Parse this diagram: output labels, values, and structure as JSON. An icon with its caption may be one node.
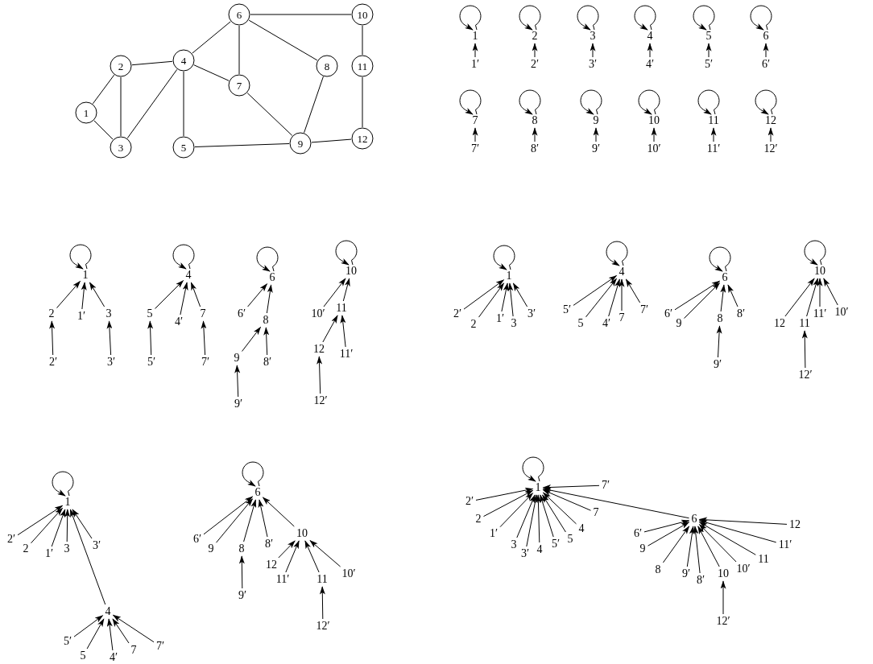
{
  "diagram": {
    "nodes": [
      {
        "text": [
          "1"
        ]
      },
      {
        "text": [
          "2"
        ]
      },
      {
        "text": [
          "3"
        ]
      },
      {
        "text": [
          "4"
        ]
      },
      {
        "text": [
          "5"
        ]
      },
      {
        "text": [
          "6"
        ]
      },
      {
        "text": [
          "7"
        ]
      },
      {
        "text": [
          "8"
        ]
      },
      {
        "text": [
          "9"
        ]
      },
      {
        "text": [
          "10"
        ]
      },
      {
        "text": [
          "11"
        ]
      },
      {
        "text": [
          "12"
        ]
      },
      {
        "text": [
          "1"
        ]
      },
      {
        "text": [
          "1′"
        ]
      },
      {
        "text": [
          "2"
        ]
      },
      {
        "text": [
          "2′"
        ]
      },
      {
        "text": [
          "3"
        ]
      },
      {
        "text": [
          "3′"
        ]
      },
      {
        "text": [
          "4"
        ]
      },
      {
        "text": [
          "4′"
        ]
      },
      {
        "text": [
          "5"
        ]
      },
      {
        "text": [
          "5′"
        ]
      },
      {
        "text": [
          "6"
        ]
      },
      {
        "text": [
          "6′"
        ]
      },
      {
        "text": [
          "7"
        ]
      },
      {
        "text": [
          "7′"
        ]
      },
      {
        "text": [
          "8"
        ]
      },
      {
        "text": [
          "8′"
        ]
      },
      {
        "text": [
          "9"
        ]
      },
      {
        "text": [
          "9′"
        ]
      },
      {
        "text": [
          "10"
        ]
      },
      {
        "text": [
          "10′"
        ]
      },
      {
        "text": [
          "11"
        ]
      },
      {
        "text": [
          "11′"
        ]
      },
      {
        "text": [
          "12"
        ]
      },
      {
        "text": [
          "12′"
        ]
      },
      {
        "text": [
          "1"
        ]
      },
      {
        "text": [
          "2"
        ]
      },
      {
        "text": [
          "1′"
        ]
      },
      {
        "text": [
          "3"
        ]
      },
      {
        "text": [
          "2′"
        ]
      },
      {
        "text": [
          "3′"
        ]
      },
      {
        "text": [
          "4"
        ]
      },
      {
        "text": [
          "5"
        ]
      },
      {
        "text": [
          "4′"
        ]
      },
      {
        "text": [
          "7"
        ]
      },
      {
        "text": [
          "5′"
        ]
      },
      {
        "text": [
          "7′"
        ]
      },
      {
        "text": [
          "6"
        ]
      },
      {
        "text": [
          "6′"
        ]
      },
      {
        "text": [
          "8"
        ]
      },
      {
        "text": [
          "9"
        ]
      },
      {
        "text": [
          "8′"
        ]
      },
      {
        "text": [
          "9′"
        ]
      },
      {
        "text": [
          "10"
        ]
      },
      {
        "text": [
          "10′"
        ]
      },
      {
        "text": [
          "11"
        ]
      },
      {
        "text": [
          "12"
        ]
      },
      {
        "text": [
          "11′"
        ]
      },
      {
        "text": [
          "12′"
        ]
      },
      {
        "text": [
          "1"
        ]
      },
      {
        "text": [
          "2′"
        ]
      },
      {
        "text": [
          "2"
        ]
      },
      {
        "text": [
          "1′"
        ]
      },
      {
        "text": [
          "3"
        ]
      },
      {
        "text": [
          "3′"
        ]
      },
      {
        "text": [
          "4"
        ]
      },
      {
        "text": [
          "5′"
        ]
      },
      {
        "text": [
          "5"
        ]
      },
      {
        "text": [
          "4′"
        ]
      },
      {
        "text": [
          "7"
        ]
      },
      {
        "text": [
          "7′"
        ]
      },
      {
        "text": [
          "6"
        ]
      },
      {
        "text": [
          "6′"
        ]
      },
      {
        "text": [
          "9"
        ]
      },
      {
        "text": [
          "8"
        ]
      },
      {
        "text": [
          "8′"
        ]
      },
      {
        "text": [
          "9′"
        ]
      },
      {
        "text": [
          "10"
        ]
      },
      {
        "text": [
          "12"
        ]
      },
      {
        "text": [
          "11"
        ]
      },
      {
        "text": [
          "11′"
        ]
      },
      {
        "text": [
          "10′"
        ]
      },
      {
        "text": [
          "12′"
        ]
      },
      {
        "text": [
          "1"
        ]
      },
      {
        "text": [
          "2′"
        ]
      },
      {
        "text": [
          "2"
        ]
      },
      {
        "text": [
          "1′"
        ]
      },
      {
        "text": [
          "3"
        ]
      },
      {
        "text": [
          "3′"
        ]
      },
      {
        "text": [
          "4"
        ]
      },
      {
        "text": [
          "5′"
        ]
      },
      {
        "text": [
          "5"
        ]
      },
      {
        "text": [
          "4′"
        ]
      },
      {
        "text": [
          "7"
        ]
      },
      {
        "text": [
          "7′"
        ]
      },
      {
        "text": [
          "6"
        ]
      },
      {
        "text": [
          "6′"
        ]
      },
      {
        "text": [
          "9"
        ]
      },
      {
        "text": [
          "8"
        ]
      },
      {
        "text": [
          "8′"
        ]
      },
      {
        "text": [
          "10"
        ]
      },
      {
        "text": [
          "9′"
        ]
      },
      {
        "text": [
          "12"
        ]
      },
      {
        "text": [
          "11′"
        ]
      },
      {
        "text": [
          "11"
        ]
      },
      {
        "text": [
          "10′"
        ]
      },
      {
        "text": [
          "12′"
        ]
      },
      {
        "text": [
          "1"
        ]
      },
      {
        "text": [
          "2′"
        ]
      },
      {
        "text": [
          "2"
        ]
      },
      {
        "text": [
          "1′"
        ]
      },
      {
        "text": [
          "3"
        ]
      },
      {
        "text": [
          "3′"
        ]
      },
      {
        "text": [
          "4"
        ]
      },
      {
        "text": [
          "5′"
        ]
      },
      {
        "text": [
          "5"
        ]
      },
      {
        "text": [
          "4"
        ]
      },
      {
        "text": [
          "7"
        ]
      },
      {
        "text": [
          "7′"
        ]
      },
      {
        "text": [
          "6"
        ]
      },
      {
        "text": [
          "6′"
        ]
      },
      {
        "text": [
          "9"
        ]
      },
      {
        "text": [
          "8"
        ]
      },
      {
        "text": [
          "9′"
        ]
      },
      {
        "text": [
          "8′"
        ]
      },
      {
        "text": [
          "10"
        ]
      },
      {
        "text": [
          "10′"
        ]
      },
      {
        "text": [
          "11"
        ]
      },
      {
        "text": [
          "11′"
        ]
      },
      {
        "text": [
          "12"
        ]
      },
      {
        "text": [
          "12′"
        ]
      }
    ],
    "edges": [
      {
        "from": 0,
        "to": 1,
        "arrow": "none"
      },
      {
        "from": 0,
        "to": 2,
        "arrow": "none"
      },
      {
        "from": 1,
        "to": 2,
        "arrow": "none"
      },
      {
        "from": 1,
        "to": 3,
        "arrow": "none"
      },
      {
        "from": 2,
        "to": 3,
        "arrow": "none"
      },
      {
        "from": 3,
        "to": 4,
        "arrow": "none"
      },
      {
        "from": 3,
        "to": 5,
        "arrow": "none"
      },
      {
        "from": 3,
        "to": 6,
        "arrow": "none"
      },
      {
        "from": 5,
        "to": 6,
        "arrow": "none"
      },
      {
        "from": 5,
        "to": 7,
        "arrow": "none"
      },
      {
        "from": 5,
        "to": 9,
        "arrow": "none"
      },
      {
        "from": 6,
        "to": 8,
        "arrow": "none"
      },
      {
        "from": 7,
        "to": 8,
        "arrow": "none"
      },
      {
        "from": 4,
        "to": 8,
        "arrow": "none"
      },
      {
        "from": 8,
        "to": 11,
        "arrow": "none"
      },
      {
        "from": 9,
        "to": 10,
        "arrow": "none"
      },
      {
        "from": 10,
        "to": 11,
        "arrow": "none"
      },
      {
        "from": 12,
        "to": 12,
        "arrow": "to"
      },
      {
        "from": 13,
        "to": 12,
        "arrow": "to"
      },
      {
        "from": 14,
        "to": 14,
        "arrow": "to"
      },
      {
        "from": 15,
        "to": 14,
        "arrow": "to"
      },
      {
        "from": 16,
        "to": 16,
        "arrow": "to"
      },
      {
        "from": 17,
        "to": 16,
        "arrow": "to"
      },
      {
        "from": 18,
        "to": 18,
        "arrow": "to"
      },
      {
        "from": 19,
        "to": 18,
        "arrow": "to"
      },
      {
        "from": 20,
        "to": 20,
        "arrow": "to"
      },
      {
        "from": 21,
        "to": 20,
        "arrow": "to"
      },
      {
        "from": 22,
        "to": 22,
        "arrow": "to"
      },
      {
        "from": 23,
        "to": 22,
        "arrow": "to"
      },
      {
        "from": 24,
        "to": 24,
        "arrow": "to"
      },
      {
        "from": 25,
        "to": 24,
        "arrow": "to"
      },
      {
        "from": 26,
        "to": 26,
        "arrow": "to"
      },
      {
        "from": 27,
        "to": 26,
        "arrow": "to"
      },
      {
        "from": 28,
        "to": 28,
        "arrow": "to"
      },
      {
        "from": 29,
        "to": 28,
        "arrow": "to"
      },
      {
        "from": 30,
        "to": 30,
        "arrow": "to"
      },
      {
        "from": 31,
        "to": 30,
        "arrow": "to"
      },
      {
        "from": 32,
        "to": 32,
        "arrow": "to"
      },
      {
        "from": 33,
        "to": 32,
        "arrow": "to"
      },
      {
        "from": 34,
        "to": 34,
        "arrow": "to"
      },
      {
        "from": 35,
        "to": 34,
        "arrow": "to"
      },
      {
        "from": 36,
        "to": 36,
        "arrow": "to"
      },
      {
        "from": 37,
        "to": 36,
        "arrow": "to"
      },
      {
        "from": 38,
        "to": 36,
        "arrow": "to"
      },
      {
        "from": 39,
        "to": 36,
        "arrow": "to"
      },
      {
        "from": 40,
        "to": 37,
        "arrow": "to"
      },
      {
        "from": 41,
        "to": 39,
        "arrow": "to"
      },
      {
        "from": 42,
        "to": 42,
        "arrow": "to"
      },
      {
        "from": 43,
        "to": 42,
        "arrow": "to"
      },
      {
        "from": 44,
        "to": 42,
        "arrow": "to"
      },
      {
        "from": 45,
        "to": 42,
        "arrow": "to"
      },
      {
        "from": 46,
        "to": 43,
        "arrow": "to"
      },
      {
        "from": 47,
        "to": 45,
        "arrow": "to"
      },
      {
        "from": 48,
        "to": 48,
        "arrow": "to"
      },
      {
        "from": 49,
        "to": 48,
        "arrow": "to"
      },
      {
        "from": 50,
        "to": 48,
        "arrow": "to"
      },
      {
        "from": 51,
        "to": 50,
        "arrow": "to"
      },
      {
        "from": 52,
        "to": 50,
        "arrow": "to"
      },
      {
        "from": 53,
        "to": 51,
        "arrow": "to"
      },
      {
        "from": 54,
        "to": 54,
        "arrow": "to"
      },
      {
        "from": 55,
        "to": 54,
        "arrow": "to"
      },
      {
        "from": 56,
        "to": 54,
        "arrow": "to"
      },
      {
        "from": 57,
        "to": 56,
        "arrow": "to"
      },
      {
        "from": 58,
        "to": 56,
        "arrow": "to"
      },
      {
        "from": 59,
        "to": 57,
        "arrow": "to"
      },
      {
        "from": 60,
        "to": 60,
        "arrow": "to"
      },
      {
        "from": 61,
        "to": 60,
        "arrow": "to"
      },
      {
        "from": 62,
        "to": 60,
        "arrow": "to"
      },
      {
        "from": 63,
        "to": 60,
        "arrow": "to"
      },
      {
        "from": 64,
        "to": 60,
        "arrow": "to"
      },
      {
        "from": 65,
        "to": 60,
        "arrow": "to"
      },
      {
        "from": 66,
        "to": 66,
        "arrow": "to"
      },
      {
        "from": 67,
        "to": 66,
        "arrow": "to"
      },
      {
        "from": 68,
        "to": 66,
        "arrow": "to"
      },
      {
        "from": 69,
        "to": 66,
        "arrow": "to"
      },
      {
        "from": 70,
        "to": 66,
        "arrow": "to"
      },
      {
        "from": 71,
        "to": 66,
        "arrow": "to"
      },
      {
        "from": 72,
        "to": 72,
        "arrow": "to"
      },
      {
        "from": 73,
        "to": 72,
        "arrow": "to"
      },
      {
        "from": 74,
        "to": 72,
        "arrow": "to"
      },
      {
        "from": 75,
        "to": 72,
        "arrow": "to"
      },
      {
        "from": 76,
        "to": 72,
        "arrow": "to"
      },
      {
        "from": 77,
        "to": 75,
        "arrow": "to"
      },
      {
        "from": 78,
        "to": 78,
        "arrow": "to"
      },
      {
        "from": 79,
        "to": 78,
        "arrow": "to"
      },
      {
        "from": 80,
        "to": 78,
        "arrow": "to"
      },
      {
        "from": 81,
        "to": 78,
        "arrow": "to"
      },
      {
        "from": 82,
        "to": 78,
        "arrow": "to"
      },
      {
        "from": 83,
        "to": 80,
        "arrow": "to"
      },
      {
        "from": 84,
        "to": 84,
        "arrow": "to"
      },
      {
        "from": 85,
        "to": 84,
        "arrow": "to"
      },
      {
        "from": 86,
        "to": 84,
        "arrow": "to"
      },
      {
        "from": 87,
        "to": 84,
        "arrow": "to"
      },
      {
        "from": 88,
        "to": 84,
        "arrow": "to"
      },
      {
        "from": 89,
        "to": 84,
        "arrow": "to"
      },
      {
        "from": 90,
        "to": 84,
        "arrow": "to"
      },
      {
        "from": 91,
        "to": 90,
        "arrow": "to"
      },
      {
        "from": 92,
        "to": 90,
        "arrow": "to"
      },
      {
        "from": 93,
        "to": 90,
        "arrow": "to"
      },
      {
        "from": 94,
        "to": 90,
        "arrow": "to"
      },
      {
        "from": 95,
        "to": 90,
        "arrow": "to"
      },
      {
        "from": 96,
        "to": 96,
        "arrow": "to"
      },
      {
        "from": 97,
        "to": 96,
        "arrow": "to"
      },
      {
        "from": 98,
        "to": 96,
        "arrow": "to"
      },
      {
        "from": 99,
        "to": 96,
        "arrow": "to"
      },
      {
        "from": 100,
        "to": 96,
        "arrow": "to"
      },
      {
        "from": 101,
        "to": 96,
        "arrow": "to"
      },
      {
        "from": 102,
        "to": 99,
        "arrow": "to"
      },
      {
        "from": 103,
        "to": 101,
        "arrow": "to"
      },
      {
        "from": 104,
        "to": 101,
        "arrow": "to"
      },
      {
        "from": 105,
        "to": 101,
        "arrow": "to"
      },
      {
        "from": 106,
        "to": 101,
        "arrow": "to"
      },
      {
        "from": 107,
        "to": 105,
        "arrow": "to"
      },
      {
        "from": 108,
        "to": 108,
        "arrow": "to"
      },
      {
        "from": 109,
        "to": 108,
        "arrow": "to"
      },
      {
        "from": 110,
        "to": 108,
        "arrow": "to"
      },
      {
        "from": 111,
        "to": 108,
        "arrow": "to"
      },
      {
        "from": 112,
        "to": 108,
        "arrow": "to"
      },
      {
        "from": 113,
        "to": 108,
        "arrow": "to"
      },
      {
        "from": 114,
        "to": 108,
        "arrow": "to"
      },
      {
        "from": 115,
        "to": 108,
        "arrow": "to"
      },
      {
        "from": 116,
        "to": 108,
        "arrow": "to"
      },
      {
        "from": 117,
        "to": 108,
        "arrow": "to"
      },
      {
        "from": 118,
        "to": 108,
        "arrow": "to"
      },
      {
        "from": 119,
        "to": 108,
        "arrow": "to"
      },
      {
        "from": 120,
        "to": 108,
        "arrow": "to"
      },
      {
        "from": 121,
        "to": 120,
        "arrow": "to"
      },
      {
        "from": 122,
        "to": 120,
        "arrow": "to"
      },
      {
        "from": 123,
        "to": 120,
        "arrow": "to"
      },
      {
        "from": 124,
        "to": 120,
        "arrow": "to"
      },
      {
        "from": 125,
        "to": 120,
        "arrow": "to"
      },
      {
        "from": 126,
        "to": 120,
        "arrow": "to"
      },
      {
        "from": 127,
        "to": 120,
        "arrow": "to"
      },
      {
        "from": 128,
        "to": 120,
        "arrow": "to"
      },
      {
        "from": 129,
        "to": 120,
        "arrow": "to"
      },
      {
        "from": 130,
        "to": 120,
        "arrow": "to"
      },
      {
        "from": 131,
        "to": 126,
        "arrow": "to"
      }
    ]
  }
}
